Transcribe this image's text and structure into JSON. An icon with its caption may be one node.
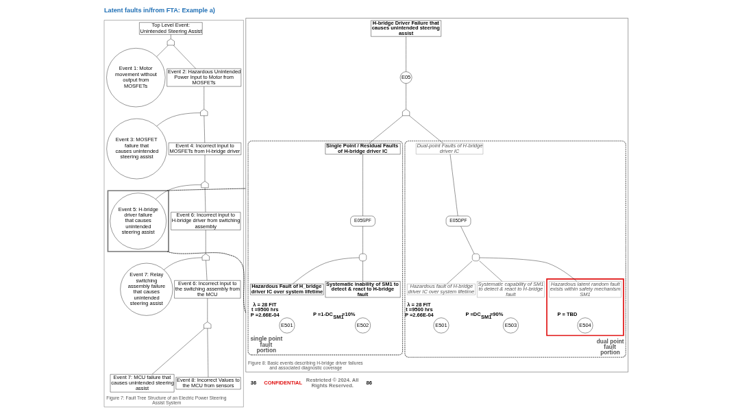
{
  "diagram": {
    "title": "Latent faults in/from FTA: Example a)",
    "nodes": [
      {
        "text": [
          "Figure 7: Fault Tree Structure of an Electric Power Steering Assist System"
        ]
      },
      {
        "text": [
          "Top Level Event:",
          "Unintended Steering Assist"
        ],
        "in": 0
      },
      {
        "text": [],
        "shape": "gate",
        "in": 0
      },
      {
        "text": [
          "Event 1: Motor movement without output from MOSFETs"
        ],
        "in": 0
      },
      {
        "text": [
          "Event 2: Hazardous Unintended Power Input to Motor from MOSFETs"
        ],
        "in": 0
      },
      {
        "text": [],
        "shape": "gate",
        "in": 0
      },
      {
        "text": [
          "Event 3: MOSFET failure that causes unintended steering assist"
        ],
        "in": 0
      },
      {
        "text": [
          "Event 4: Incorrect input to MOSFETs from H-bridge driver"
        ],
        "in": 0
      },
      {
        "text": [],
        "shape": "gate",
        "in": 0
      },
      {
        "text": [],
        "shape": "box",
        "in": 0
      },
      {
        "text": [
          "Event 5: H-bridge driver failure that causes unintended steering assist"
        ],
        "in": 9
      },
      {
        "text": [
          "Event 6: Incorrect input to H-bridge driver from switching assembly"
        ],
        "in": 0
      },
      {
        "text": [],
        "shape": "gate",
        "in": 0
      },
      {
        "text": [
          "Event 7: Relay switching assembly failure that causes unintended steering assist"
        ],
        "in": 0
      },
      {
        "text": [
          "Event 6: Incorrect input to the switching assembly from the MCU"
        ],
        "in": 0
      },
      {
        "text": [],
        "shape": "gate",
        "in": 0
      },
      {
        "text": [
          "Event 7: MCU failure that causes unintended steering assist"
        ],
        "in": 0
      },
      {
        "text": [
          "Event 8: Incorrect Values to the MCU from sensors"
        ],
        "in": 0
      },
      {
        "text": [
          "Figure 8: Basic events describing H-bridge driver failures and associated diagnostic coverage"
        ]
      },
      {
        "text": [
          "H-bridge Driver Failure that causes unintended steering assist"
        ],
        "in": 18
      },
      {
        "text": [
          "E05"
        ],
        "in": 18
      },
      {
        "text": [],
        "shape": "gate",
        "in": 18
      },
      {
        "text": [
          "single point fault portion"
        ],
        "in": 18
      },
      {
        "text": [
          "Single Point / Residual Faults of H-bridge driver IC"
        ],
        "in": 22
      },
      {
        "text": [
          "E05SPF"
        ],
        "in": 22
      },
      {
        "text": [],
        "shape": "gate",
        "in": 22
      },
      {
        "text": [
          "Hazardous Fault of H_bridge driver IC over system lifetime"
        ],
        "in": 22
      },
      {
        "text": [
          "E501"
        ],
        "in": 22,
        "beside": [
          "λ = 28 FIT",
          "t =9500 hrs",
          "P =2.66E-04"
        ]
      },
      {
        "text": [
          "Systematic inability of SM1 to detect & react to H-bridge fault"
        ],
        "in": 22
      },
      {
        "text": [
          "E502"
        ],
        "in": 22,
        "beside": [
          "P =1-DC$_{SM1}$=10%"
        ]
      },
      {
        "text": [
          "dual point fault portion"
        ],
        "in": 18
      },
      {
        "text": [
          "Dual-point Faults of H-bridge driver IC"
        ],
        "in": 30
      },
      {
        "text": [
          "E05DPF"
        ],
        "in": 30
      },
      {
        "text": [],
        "shape": "gate",
        "in": 30
      },
      {
        "text": [
          "Hazardous fault of H-bridge driver IC over system lifetime"
        ],
        "in": 30
      },
      {
        "text": [
          "E501"
        ],
        "in": 30,
        "beside": [
          "λ = 28 FIT",
          "t =9500 hrs",
          "P =2.66E-04"
        ]
      },
      {
        "text": [
          "Systematic capability of SM1 to detect & react to H-bridge fault"
        ],
        "in": 30
      },
      {
        "text": [
          "E503"
        ],
        "in": 30,
        "beside": [
          "P =DC$_{SM1}$=90%"
        ]
      },
      {
        "text": [],
        "shape": "box",
        "in": 30
      },
      {
        "text": [
          "Hazardous latent random fault exists within safety mechanism SM1"
        ],
        "in": 38
      },
      {
        "text": [
          "E504"
        ],
        "in": 38,
        "beside": [
          "P = TBD"
        ]
      }
    ],
    "edges": [
      {
        "from": 1,
        "to": 2,
        "arrow": "none"
      },
      {
        "from": 2,
        "to": 3,
        "arrow": "none"
      },
      {
        "from": 2,
        "to": 4,
        "arrow": "none"
      },
      {
        "from": 4,
        "to": 5,
        "arrow": "none"
      },
      {
        "from": 5,
        "to": 6,
        "arrow": "none"
      },
      {
        "from": 5,
        "to": 7,
        "arrow": "none"
      },
      {
        "from": 7,
        "to": 8,
        "arrow": "none"
      },
      {
        "from": 8,
        "to": 10,
        "arrow": "none"
      },
      {
        "from": 8,
        "to": 11,
        "arrow": "none"
      },
      {
        "from": 11,
        "to": 12,
        "arrow": "none"
      },
      {
        "from": 12,
        "to": 13,
        "arrow": "none"
      },
      {
        "from": 12,
        "to": 14,
        "arrow": "none"
      },
      {
        "from": 14,
        "to": 15,
        "arrow": "none"
      },
      {
        "from": 15,
        "to": 16,
        "arrow": "none"
      },
      {
        "from": 15,
        "to": 17,
        "arrow": "none"
      },
      {
        "from": 9,
        "to": 18,
        "arrow": "none",
        "style": "dashed"
      },
      {
        "from": 9,
        "to": 18,
        "arrow": "none",
        "style": "dashed"
      },
      {
        "from": 19,
        "to": 20,
        "arrow": "none"
      },
      {
        "from": 20,
        "to": 21,
        "arrow": "none"
      },
      {
        "from": 21,
        "to": 23,
        "arrow": "none"
      },
      {
        "from": 21,
        "to": 31,
        "arrow": "none"
      },
      {
        "from": 23,
        "to": 24,
        "arrow": "none"
      },
      {
        "from": 24,
        "to": 25,
        "arrow": "none"
      },
      {
        "from": 25,
        "to": 26,
        "arrow": "none"
      },
      {
        "from": 25,
        "to": 28,
        "arrow": "none"
      },
      {
        "from": 31,
        "to": 32,
        "arrow": "none"
      },
      {
        "from": 32,
        "to": 33,
        "arrow": "none"
      },
      {
        "from": 33,
        "to": 34,
        "arrow": "none"
      },
      {
        "from": 33,
        "to": 36,
        "arrow": "none"
      },
      {
        "from": 33,
        "to": 39,
        "arrow": "none"
      }
    ],
    "labels": [
      "36",
      "CONFIDENTIAL",
      "Restricted © 2024. All Rights Reserved.",
      "86"
    ]
  }
}
